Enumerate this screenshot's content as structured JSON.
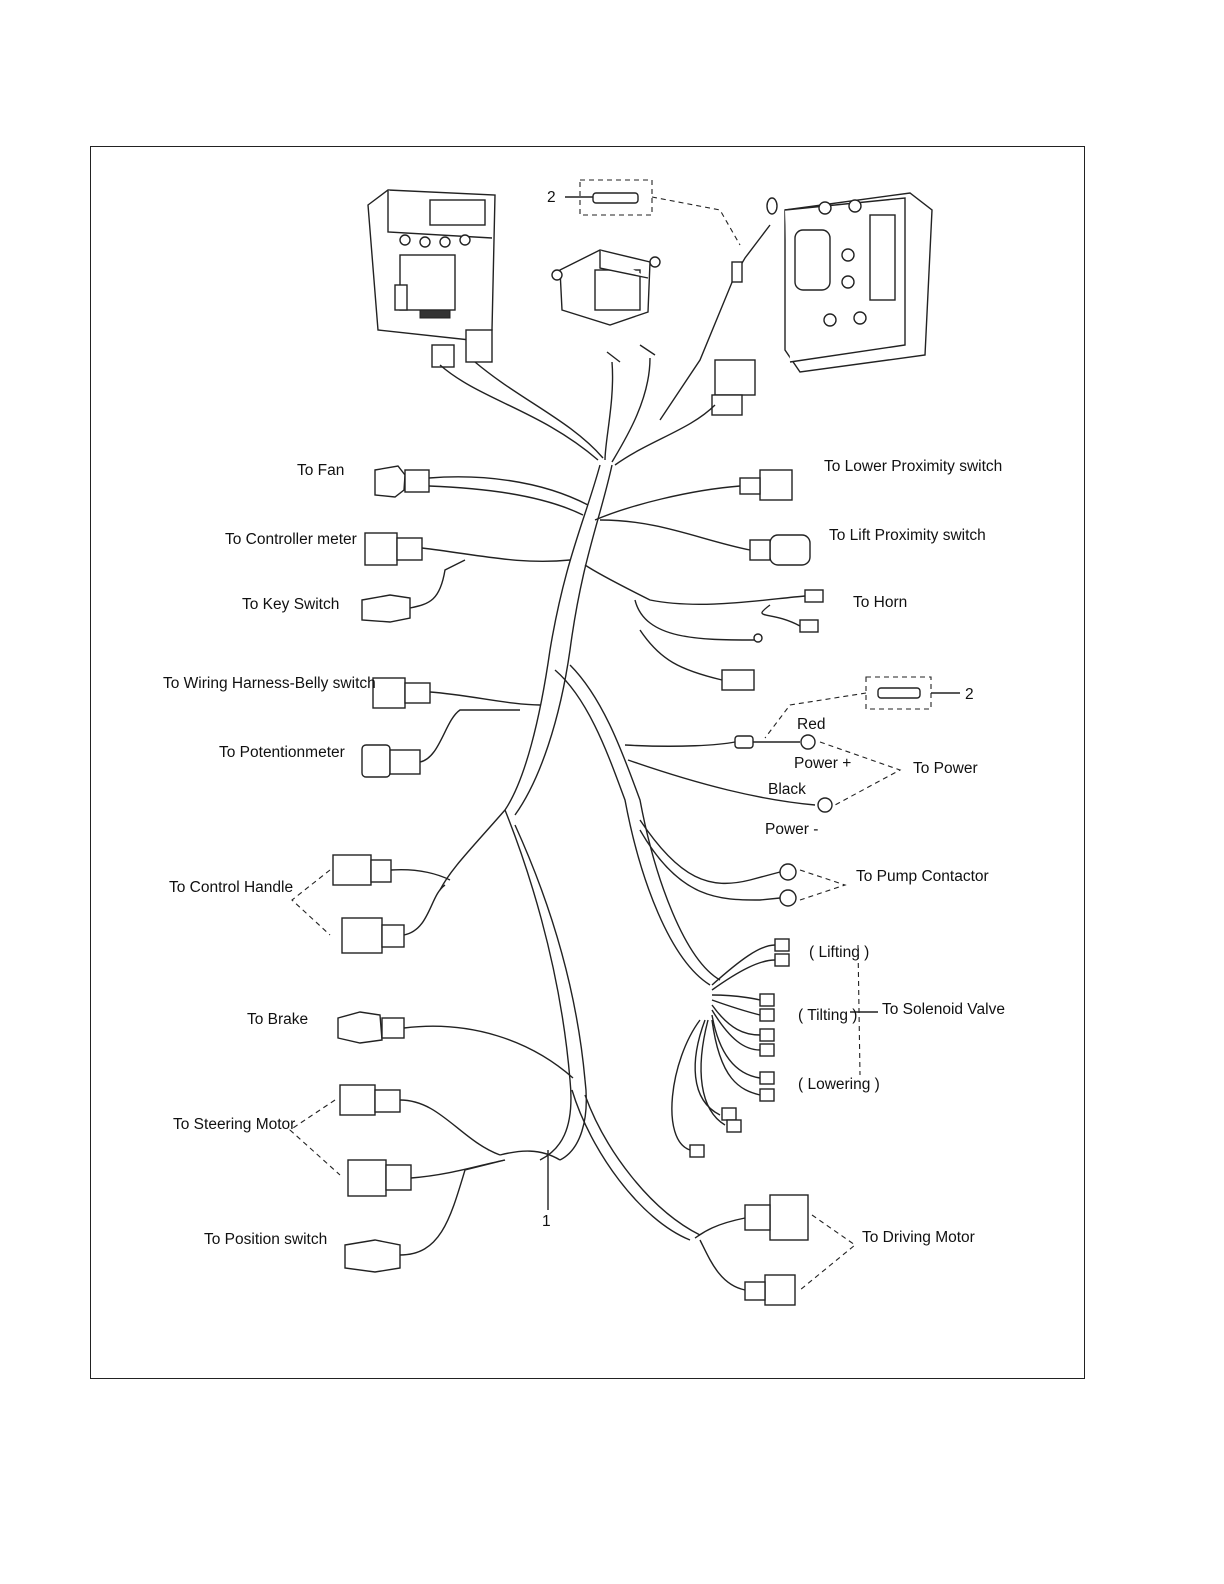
{
  "labels": {
    "fan": "To Fan",
    "controller_meter": "To Controller meter",
    "key_switch": "To Key Switch",
    "wiring_harness_belly": "To  Wiring Harness-Belly switch",
    "potentiometer": "To Potentionmeter",
    "control_handle": "To Control Handle",
    "brake": "To  Brake",
    "steering_motor": "To Steering Motor",
    "position_switch": "To Position switch",
    "lower_proximity": "To  Lower Proximity switch",
    "lift_proximity": "To  Lift Proximity switch",
    "horn": "To Horn",
    "red": "Red",
    "power_plus": "Power +",
    "black": "Black",
    "power_minus": "Power -",
    "to_power": "To Power",
    "pump_contactor": "To Pump Contactor",
    "lifting": "( Lifting )",
    "tilting": "( Tilting )",
    "lowering": "( Lowering )",
    "solenoid_valve": "To Solenoid Valve",
    "driving_motor": "To Driving Motor"
  },
  "callouts": {
    "harness": "1",
    "fuse_top": "2",
    "fuse_right": "2"
  }
}
